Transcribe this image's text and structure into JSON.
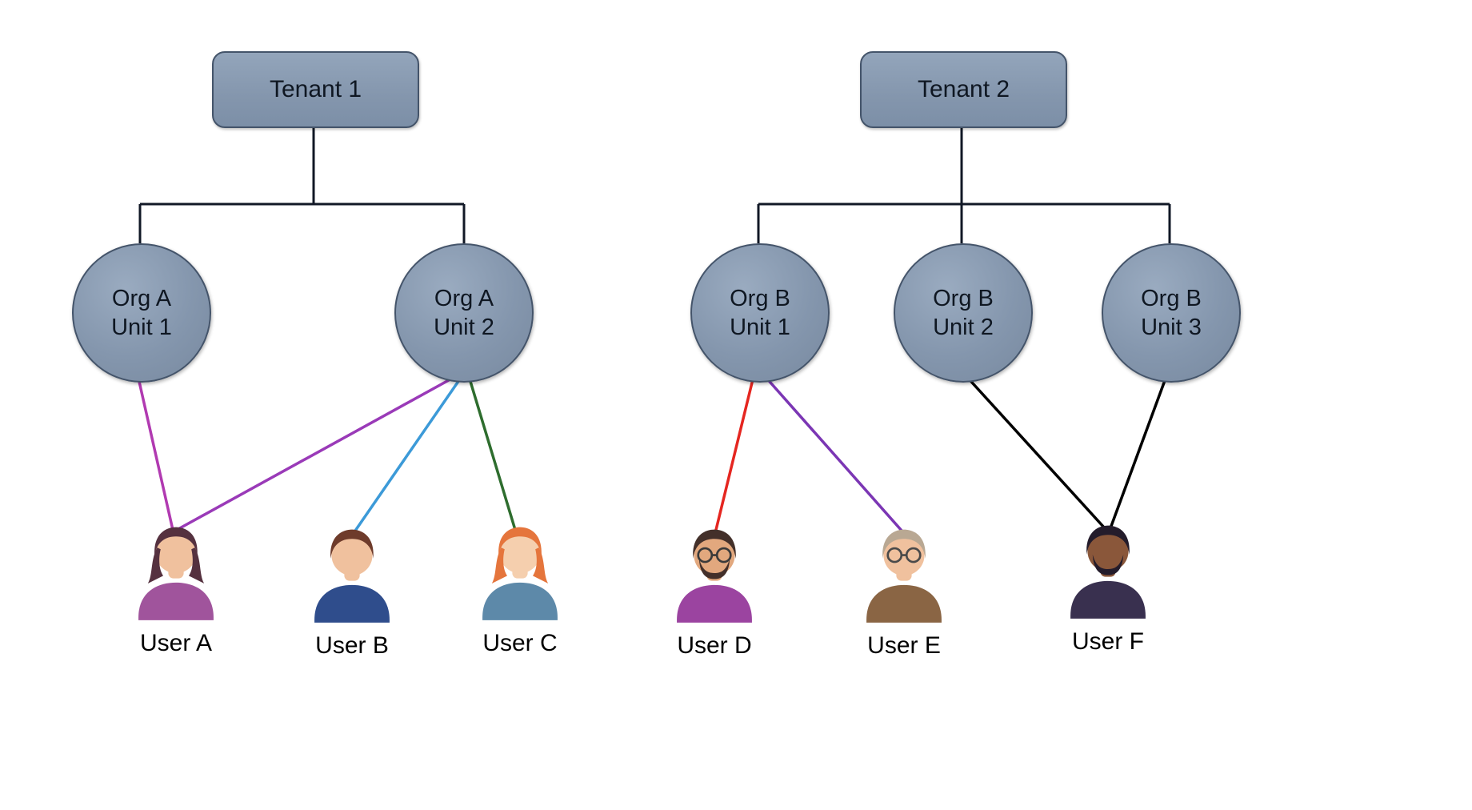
{
  "colors": {
    "node_fill": "#8496ad",
    "node_stroke": "#44546a",
    "tree_line": "#111826",
    "background": "#ffffff",
    "text_color": "#0f1722"
  },
  "tenants": [
    {
      "label": "Tenant 1"
    },
    {
      "label": "Tenant 2"
    }
  ],
  "org_units": [
    {
      "line1": "Org A",
      "line2": "Unit 1"
    },
    {
      "line1": "Org A",
      "line2": "Unit 2"
    },
    {
      "line1": "Org B",
      "line2": "Unit 1"
    },
    {
      "line1": "Org B",
      "line2": "Unit 2"
    },
    {
      "line1": "Org B",
      "line2": "Unit 3"
    }
  ],
  "users": [
    {
      "label": "User A",
      "skin": "#f0c19e",
      "hair": "#55313f",
      "hair_sides": "#55313f",
      "shirt": "#a0549c",
      "beard": "transparent",
      "glasses": "transparent"
    },
    {
      "label": "User B",
      "skin": "#f0c19e",
      "hair": "#6e3b2b",
      "hair_sides": "transparent",
      "shirt": "#2f4d8c",
      "beard": "transparent",
      "glasses": "transparent"
    },
    {
      "label": "User C",
      "skin": "#f5cfae",
      "hair": "#e5753c",
      "hair_sides": "#e5753c",
      "shirt": "#5d89a9",
      "beard": "transparent",
      "glasses": "transparent"
    },
    {
      "label": "User D",
      "skin": "#e2a87e",
      "hair": "#43302a",
      "hair_sides": "transparent",
      "shirt": "#9b44a0",
      "beard": "#43302a",
      "glasses": "#3a3a3a"
    },
    {
      "label": "User E",
      "skin": "#f0c19e",
      "hair": "#b9a893",
      "hair_sides": "transparent",
      "shirt": "#8a6544",
      "beard": "transparent",
      "glasses": "#4a4a4a"
    },
    {
      "label": "User F",
      "skin": "#8a573a",
      "hair": "#241c2b",
      "hair_sides": "transparent",
      "shirt": "#39304f",
      "beard": "#241c2b",
      "glasses": "transparent"
    }
  ],
  "edges": [
    {
      "from": "Org A Unit 1",
      "to": "User A",
      "color": "#b13ab1"
    },
    {
      "from": "Org A Unit 2",
      "to": "User A",
      "color": "#9a3ab8"
    },
    {
      "from": "Org A Unit 2",
      "to": "User B",
      "color": "#3c9ad8"
    },
    {
      "from": "Org A Unit 2",
      "to": "User C",
      "color": "#2e6d2e"
    },
    {
      "from": "Org B Unit 1",
      "to": "User D",
      "color": "#e52620"
    },
    {
      "from": "Org B Unit 1",
      "to": "User E",
      "color": "#7b36b4"
    },
    {
      "from": "Org B Unit 2",
      "to": "User F",
      "color": "#000000"
    },
    {
      "from": "Org B Unit 3",
      "to": "User F",
      "color": "#000000"
    }
  ]
}
